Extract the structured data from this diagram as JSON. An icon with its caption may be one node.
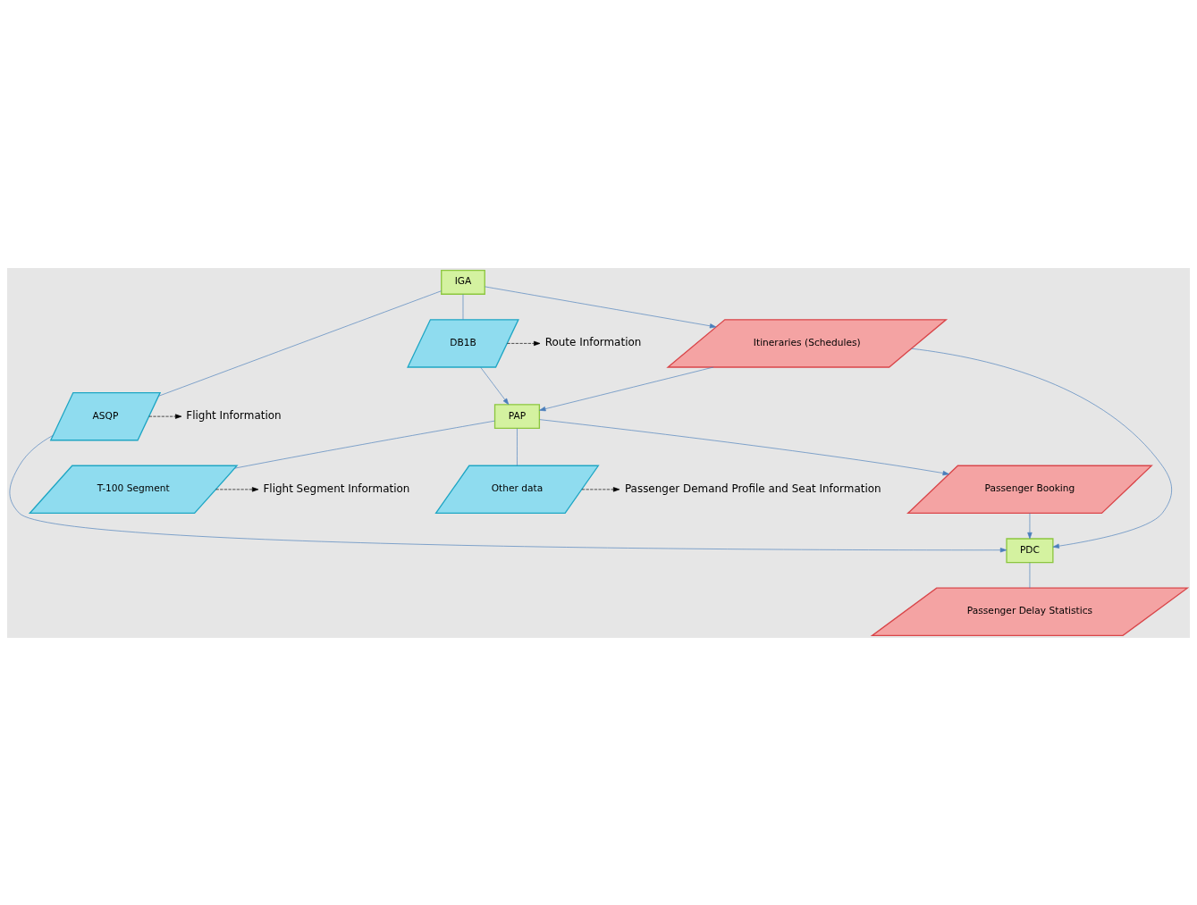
{
  "diagram": {
    "nodes": [
      {
        "text": [
          "ASQP"
        ]
      },
      {
        "text": [
          "Flight Information"
        ]
      },
      {
        "text": [
          "IGA"
        ]
      },
      {
        "text": [
          "DB1B"
        ]
      },
      {
        "text": [
          "Route Information"
        ]
      },
      {
        "text": [
          "Itineraries (Schedules)"
        ]
      },
      {
        "text": [
          "T-100 Segment"
        ]
      },
      {
        "text": [
          "Flight Segment Information"
        ]
      },
      {
        "text": [
          "PAP"
        ]
      },
      {
        "text": [
          "Other data"
        ]
      },
      {
        "text": [
          "Passenger Demand Profile and Seat Information"
        ]
      },
      {
        "text": [
          "PDC"
        ]
      },
      {
        "text": [
          "Passenger Booking"
        ]
      },
      {
        "text": [
          "Passenger Delay Statistics"
        ]
      }
    ],
    "edges": [
      {
        "from": 0,
        "to": 11,
        "arrow": "to"
      },
      {
        "from": 0,
        "to": 1,
        "arrow": "to",
        "style": "dashed",
        "color": "#000000"
      },
      {
        "from": 2,
        "to": 0,
        "arrow": "none"
      },
      {
        "from": 2,
        "to": 3,
        "arrow": "none"
      },
      {
        "from": 3,
        "to": 4,
        "arrow": "to",
        "style": "dashed",
        "color": "#000000"
      },
      {
        "from": 2,
        "to": 5,
        "arrow": "to"
      },
      {
        "from": 3,
        "to": 8,
        "arrow": "to"
      },
      {
        "from": 5,
        "to": 11,
        "arrow": "to"
      },
      {
        "from": 5,
        "to": 8,
        "arrow": "to"
      },
      {
        "from": 6,
        "to": 7,
        "arrow": "to",
        "style": "dashed",
        "color": "#000000"
      },
      {
        "from": 8,
        "to": 6,
        "arrow": "none"
      },
      {
        "from": 8,
        "to": 9,
        "arrow": "none"
      },
      {
        "from": 9,
        "to": 10,
        "arrow": "to",
        "style": "dashed",
        "color": "#000000"
      },
      {
        "from": 8,
        "to": 12,
        "arrow": "to"
      },
      {
        "from": 12,
        "to": 11,
        "arrow": "to"
      },
      {
        "from": 11,
        "to": 13,
        "arrow": "none"
      }
    ]
  }
}
